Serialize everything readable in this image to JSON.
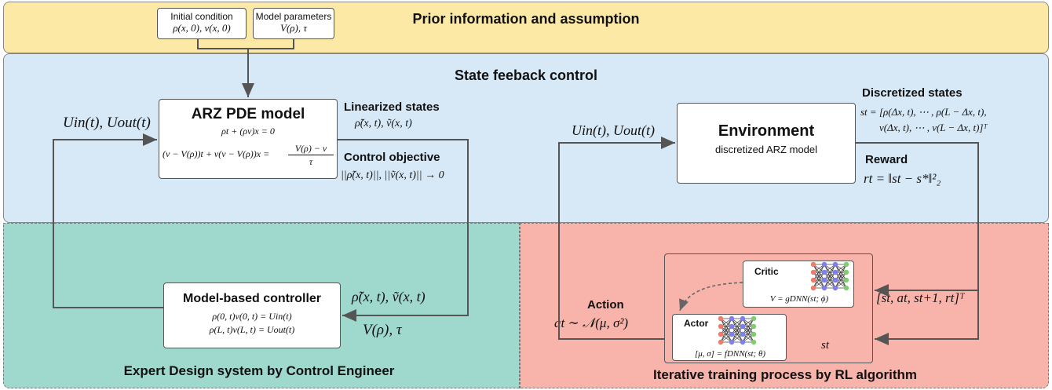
{
  "regions": {
    "prior_title": "Prior information and assumption",
    "state_title": "State feeback control",
    "expert_title": "Expert Design system by Control Engineer",
    "rl_title": "Iterative training process by RL algorithm"
  },
  "prior": {
    "initial_label": "Initial condition",
    "initial_eq": "ρ(x, 0), v(x, 0)",
    "params_label": "Model parameters",
    "params_eq": "V(ρ), τ"
  },
  "arz": {
    "title": "ARZ PDE model",
    "eq1": "ρt + (ρv)x = 0",
    "eq2_lhs": "(v − V(ρ))t + v(v − V(ρ))x =",
    "eq2_num": "V(ρ) − v",
    "eq2_den": "τ"
  },
  "left_side": {
    "inputs": "Uin(t), Uout(t)",
    "linearized_title": "Linearized states",
    "linearized_eq": "ρ̃(x, t), ṽ(x, t)",
    "objective_title": "Control objective",
    "objective_eq": "||ρ̃(x, t)||, ||ṽ(x, t)|| → 0"
  },
  "controller": {
    "title": "Model-based controller",
    "eq1": "ρ(0, t)v(0, t) = Uin(t)",
    "eq2": "ρ(L, t)v(L, t) = Uout(t)",
    "feedback_states": "ρ̃(x, t), ṽ(x, t)",
    "feedback_params": "V(ρ), τ"
  },
  "environment": {
    "title": "Environment",
    "subtitle": "discretized ARZ model",
    "inputs": "Uin(t), Uout(t)"
  },
  "right_side": {
    "states_title": "Discretized states",
    "states_eq1": "st = [ρ(Δx, t), ⋯ , ρ(L − Δx, t),",
    "states_eq2": "v(Δx, t), ⋯ , v(L − Δx, t)]ᵀ",
    "reward_title": "Reward",
    "reward_eq": "rt = ‖st − s*‖²₂"
  },
  "rl": {
    "critic_label": "Critic",
    "critic_eq": "V = gDNN(st; ϕ)",
    "actor_label": "Actor",
    "actor_eq": "[μ, σ] = fDNN(st; θ)",
    "action_title": "Action",
    "action_eq": "at ∼ 𝒩(μ, σ²)",
    "transition": "[st, at, st+1, rt]ᵀ",
    "state_input": "st"
  },
  "colors": {
    "prior_bg": "#fde9a6",
    "state_bg": "#d7e9f7",
    "expert_bg": "#9fd8cc",
    "rl_bg": "#f8b4aa",
    "nn_input": "#ef7b6b",
    "nn_hidden": "#7f7ff0",
    "nn_output": "#7ecf6c"
  }
}
